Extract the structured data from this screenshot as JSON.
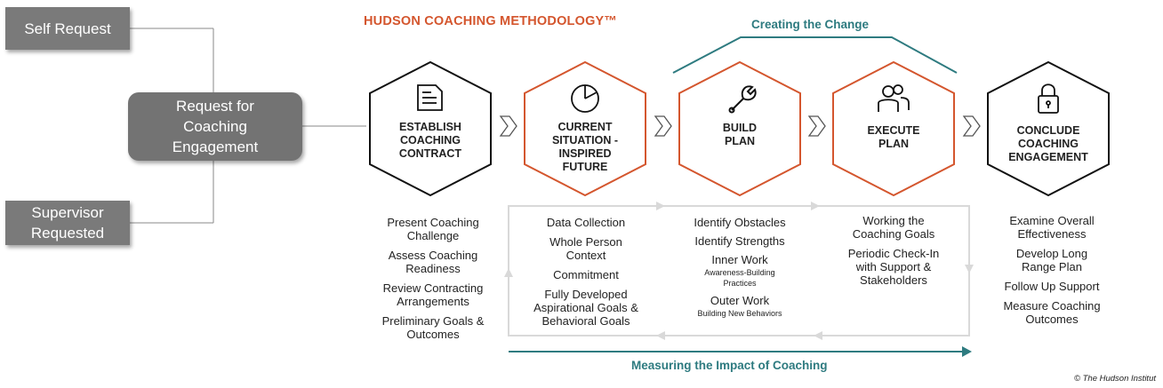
{
  "left": {
    "self_request": "Self Request",
    "request": [
      "Request for",
      "Coaching",
      "Engagement"
    ],
    "supervisor": [
      "Supervisor",
      "Requested"
    ]
  },
  "title": "HUDSON COACHING METHODOLOGY™",
  "creating_change": "Creating the Change",
  "measuring": "Measuring the Impact of Coaching",
  "phases": [
    {
      "label": [
        "ESTABLISH",
        "COACHING",
        "CONTRACT"
      ],
      "icon": "document-icon",
      "items": [
        [
          "Present Coaching",
          "Challenge"
        ],
        [
          "Assess Coaching",
          "Readiness"
        ],
        [
          "Review Contracting",
          "Arrangements"
        ],
        [
          "Preliminary Goals &",
          "Outcomes"
        ]
      ]
    },
    {
      "label": [
        "CURRENT",
        "SITUATION -",
        "INSPIRED",
        "FUTURE"
      ],
      "icon": "pie-chart-icon",
      "items": [
        [
          "Data Collection"
        ],
        [
          "Whole Person",
          "Context"
        ],
        [
          "Commitment"
        ],
        [
          "Fully Developed",
          "Aspirational Goals &",
          "Behavioral Goals"
        ]
      ]
    },
    {
      "label": [
        "BUILD",
        "PLAN"
      ],
      "icon": "wrench-icon",
      "items": [
        [
          "Identify Obstacles"
        ],
        [
          "Identify Strengths"
        ],
        [
          "Inner Work"
        ],
        [
          "Outer Work"
        ]
      ],
      "subs": [
        "",
        "",
        "Awareness-Building Practices",
        "Building New Behaviors"
      ]
    },
    {
      "label": [
        "EXECUTE",
        "PLAN"
      ],
      "icon": "people-icon",
      "items": [
        [
          "Working the",
          "Coaching Goals"
        ],
        [
          "Periodic Check-In",
          "with Support &",
          "Stakeholders"
        ]
      ]
    },
    {
      "label": [
        "CONCLUDE",
        "COACHING",
        "ENGAGEMENT"
      ],
      "icon": "lock-icon",
      "items": [
        [
          "Examine Overall",
          "Effectiveness"
        ],
        [
          "Develop Long",
          "Range Plan"
        ],
        [
          "Follow Up Support"
        ],
        [
          "Measure Coaching",
          "Outcomes"
        ]
      ]
    }
  ],
  "copyright": "© The Hudson Institut",
  "colors": {
    "orange": "#d4562e",
    "teal": "#2e7b80",
    "grey_box": "#737373",
    "dark": "#222222"
  }
}
